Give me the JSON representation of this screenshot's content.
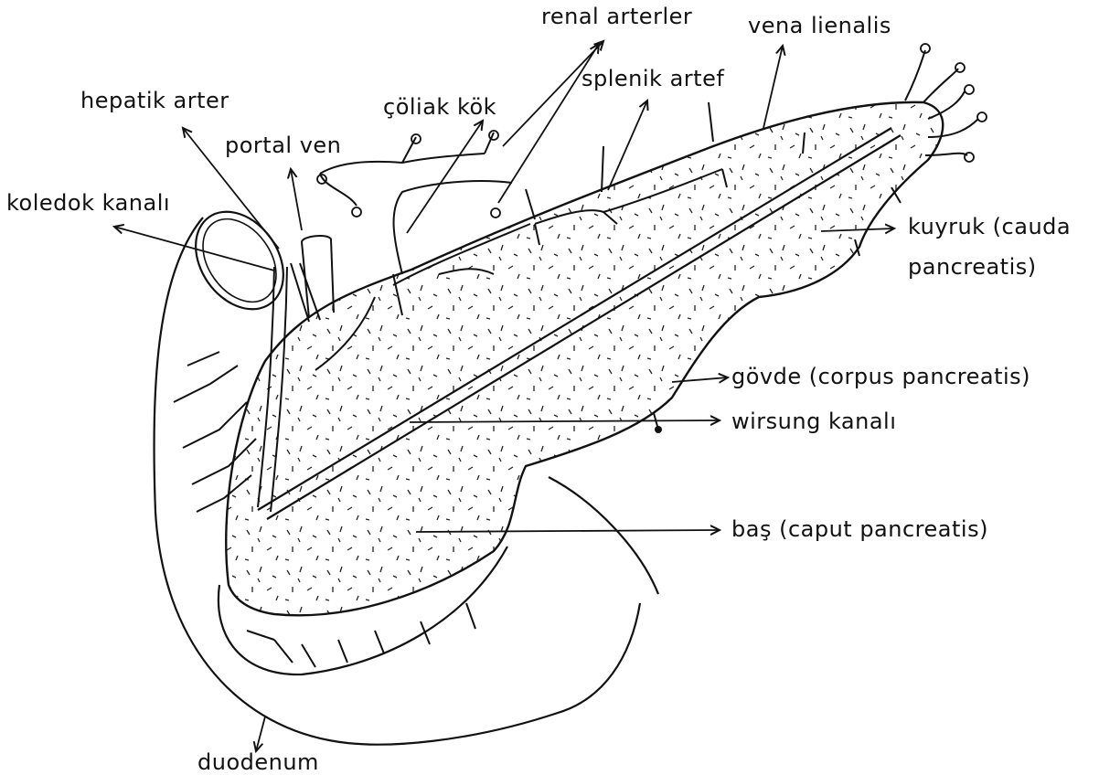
{
  "labels": {
    "renal_arterler": "renal arterler",
    "vena_lienalis": "vena lienalis",
    "splenik_arter": "splenik artef",
    "coliak_kok": "çöliak kök",
    "hepatik_arter": "hepatik arter",
    "portal_ven": "portal ven",
    "koledok_kanali": "koledok kanalı",
    "kuyruk_line1": "kuyruk (cauda",
    "kuyruk_line2": "pancreatis)",
    "govde": "gövde (corpus pancreatis)",
    "wirsung": "wirsung kanalı",
    "bas": "baş (caput pancreatis)",
    "duodenum": "duodenum"
  },
  "colors": {
    "ink": "#111111",
    "paper": "#ffffff"
  }
}
